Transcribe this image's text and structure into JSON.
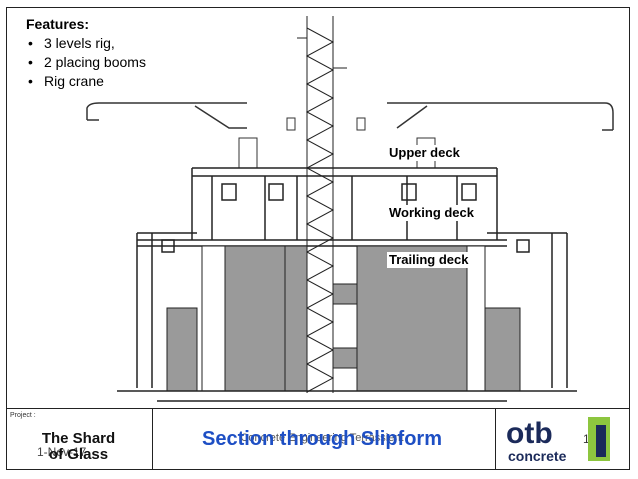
{
  "features": {
    "heading": "Features:",
    "items": [
      "3 levels rig,",
      "2 placing booms",
      "Rig crane"
    ]
  },
  "labels": {
    "upper": "Upper deck",
    "working": "Working deck",
    "trailing": "Trailing deck"
  },
  "footer": {
    "project_label": "Project :",
    "project_name_line1": "The Shard",
    "project_name_line2": "of Glass",
    "date": "1-Nov-17",
    "title": "Section through Slipform",
    "subtitle": "Concrete Engineering Terrassient",
    "page_number": "14",
    "logo": {
      "line1": "otb",
      "line2": "concrete"
    }
  },
  "colors": {
    "title": "#1e4fc4",
    "logo_green": "#8dc63f",
    "logo_navy": "#1b2a5a",
    "concrete_fill": "#9a9a9a"
  }
}
